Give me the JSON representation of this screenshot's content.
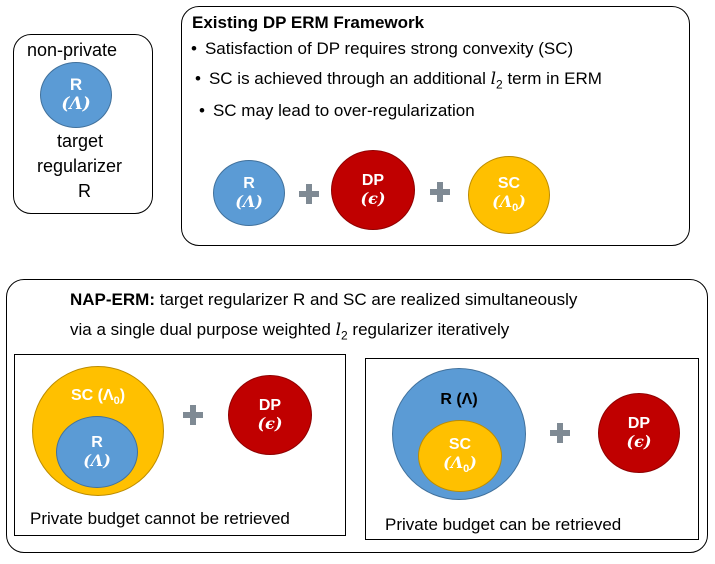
{
  "nonprivate": {
    "title": "non-private",
    "circle_r": "R",
    "circle_lambda": "(Λ)",
    "caption_1": "target",
    "caption_2": "regularizer",
    "caption_3": "R"
  },
  "existing": {
    "title": "Existing DP ERM Framework",
    "bullets": [
      "Satisfaction of DP  requires strong convexity (SC)",
      "SC is achieved through an  additional ",
      "SC may lead to over-regularization"
    ],
    "bullet2_sym": "l",
    "bullet2_sub": "2",
    "bullet2_tail": " term in ERM",
    "r_label": "R",
    "r_param": "(Λ)",
    "dp_label": "DP",
    "dp_param": "(ϵ)",
    "sc_label": "SC",
    "sc_param": "(Λ",
    "sc_param_sub": "0",
    "sc_param_close": ")"
  },
  "naperm": {
    "title_bold": "NAP-ERM:",
    "title_rest": " target regularizer R  and SC are realized simultaneously",
    "line2_head": "via a single dual purpose weighted  ",
    "line2_sym": "l",
    "line2_sub": "2",
    "line2_tail": " regularizer iteratively",
    "left": {
      "outer_label": "SC (Λ",
      "outer_sub": "0",
      "outer_close": ")",
      "inner_r": "R",
      "inner_lambda": "(Λ)",
      "dp_label": "DP",
      "dp_param": "(ϵ)",
      "caption": "Private budget cannot be retrieved"
    },
    "right": {
      "outer_label": "R (Λ)",
      "inner_sc": "SC",
      "inner_param": "(Λ",
      "inner_sub": "0",
      "inner_close": ")",
      "dp_label": "DP",
      "dp_param": "(ϵ)",
      "caption": "Private budget can be retrieved"
    }
  }
}
